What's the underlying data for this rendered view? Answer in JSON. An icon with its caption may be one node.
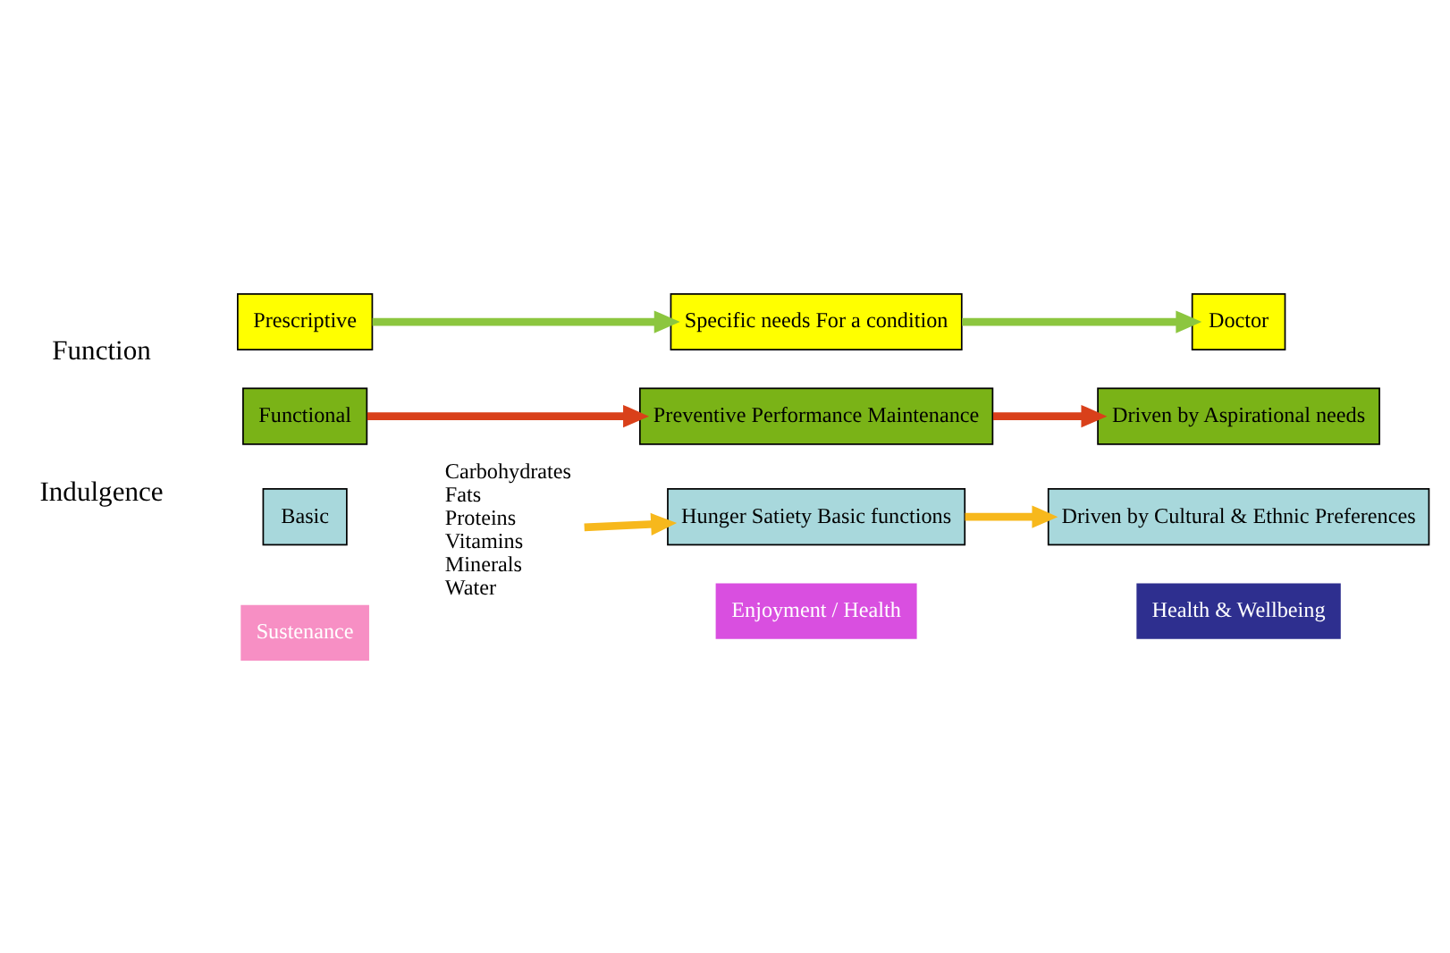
{
  "diagram": {
    "nodes": [
      {
        "text": [
          "Prescriptive"
        ]
      },
      {
        "text": [
          "Specific needs For a condition"
        ]
      },
      {
        "text": [
          "Doctor"
        ]
      },
      {
        "text": [
          "Functional"
        ]
      },
      {
        "text": [
          "Preventive Performance Maintenance"
        ]
      },
      {
        "text": [
          "Driven by Aspirational needs"
        ]
      },
      {
        "text": [
          "Basic"
        ]
      },
      {
        "text": [
          "Carbohydrates Fats Proteins Vitamins Minerals Water"
        ]
      },
      {
        "text": [
          "Hunger Satiety Basic functions"
        ]
      },
      {
        "text": [
          "Driven by Cultural & Ethnic Preferences"
        ]
      },
      {
        "text": [
          "Sustenance"
        ]
      },
      {
        "text": [
          "Enjoyment / Health"
        ]
      },
      {
        "text": [
          "Health & Wellbeing"
        ]
      }
    ],
    "edges": [
      {
        "from": 0,
        "to": 1,
        "arrow": "to",
        "color": "#8cc63f"
      },
      {
        "from": 1,
        "to": 2,
        "arrow": "to",
        "color": "#8cc63f"
      },
      {
        "from": 3,
        "to": 4,
        "arrow": "to",
        "color": "#d9401a"
      },
      {
        "from": 4,
        "to": 5,
        "arrow": "to",
        "color": "#d9401a"
      },
      {
        "from": 7,
        "to": 8,
        "arrow": "to",
        "color": "#f7b81c"
      },
      {
        "from": 8,
        "to": 9,
        "arrow": "to",
        "color": "#f7b81c"
      }
    ],
    "labels": [
      "Function",
      "Indulgence"
    ]
  }
}
